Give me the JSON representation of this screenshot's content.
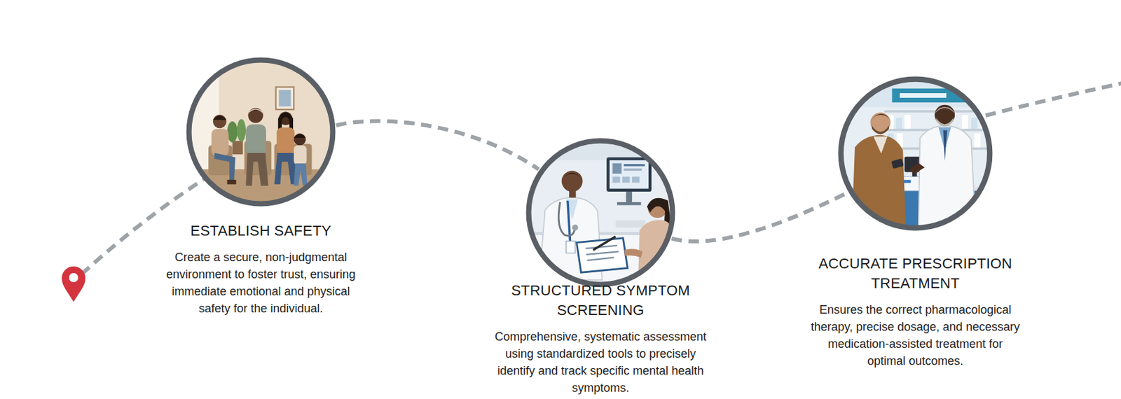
{
  "diagram": {
    "nodes": [
      {
        "text": [
          "ESTABLISH SAFETY",
          "Create a secure, non-judgmental environment to foster trust, ensuring immediate emotional and physical safety for the individual."
        ]
      },
      {
        "text": [
          "STRUCTURED SYMPTOM SCREENING",
          "Comprehensive, systematic assessment using standardized tools to precisely identify and track specific mental health symptoms."
        ]
      },
      {
        "text": [
          "ACCURATE PRESCRIPTION TREATMENT",
          "Ensures the correct pharmacological therapy, precise dosage, and necessary medication-assisted treatment for optimal outcomes."
        ]
      }
    ],
    "edges": [
      {
        "from": 0,
        "to": 1,
        "arrow": "none"
      },
      {
        "from": 1,
        "to": 2,
        "arrow": "none"
      }
    ]
  }
}
